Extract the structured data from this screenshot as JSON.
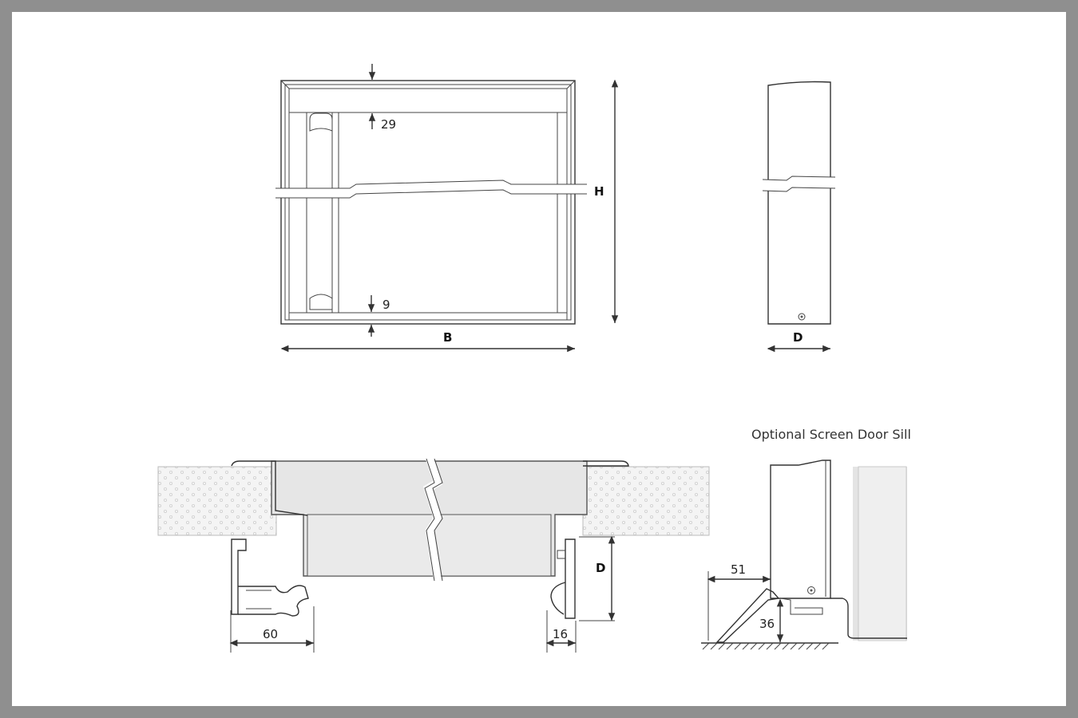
{
  "labels": {
    "top_gap": "29",
    "bottom_gap": "9",
    "width": "B",
    "height": "H",
    "depth_side": "D",
    "depth_section": "D",
    "rail_left": "60",
    "rail_right": "16",
    "sill_offset": "51",
    "sill_height": "36",
    "sill_title": "Optional Screen Door Sill"
  },
  "colors": {
    "border": "#8f8f8f",
    "panel": "#ffffff",
    "line": "#333333",
    "fill_grey": "#e6e6e6",
    "insulation": "#f1f1f1"
  }
}
